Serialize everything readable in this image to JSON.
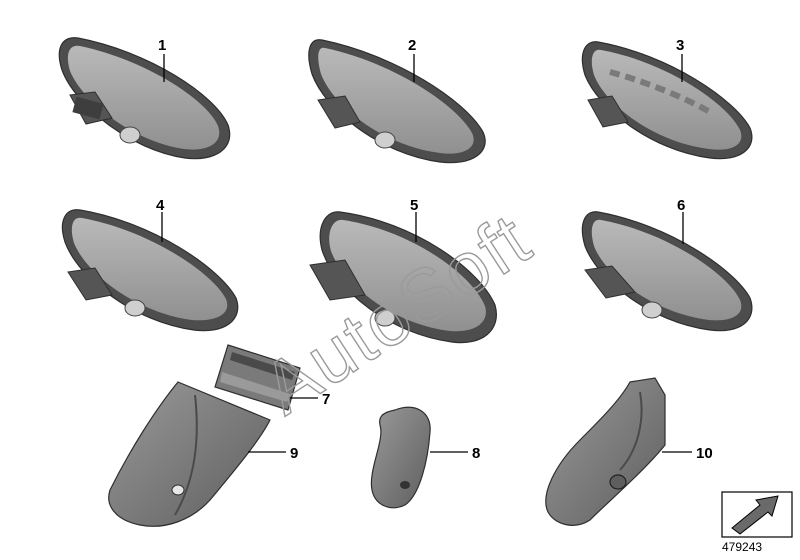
{
  "diagram": {
    "parts": [
      {
        "id": "1",
        "label": "1",
        "name": "rear-view-mirror-1"
      },
      {
        "id": "2",
        "label": "2",
        "name": "rear-view-mirror-2"
      },
      {
        "id": "3",
        "label": "3",
        "name": "rear-view-mirror-3"
      },
      {
        "id": "4",
        "label": "4",
        "name": "rear-view-mirror-4"
      },
      {
        "id": "5",
        "label": "5",
        "name": "rear-view-mirror-5"
      },
      {
        "id": "6",
        "label": "6",
        "name": "rear-view-mirror-6"
      },
      {
        "id": "7",
        "label": "7",
        "name": "mounting-bracket"
      },
      {
        "id": "8",
        "label": "8",
        "name": "mirror-base-cover"
      },
      {
        "id": "9",
        "label": "9",
        "name": "mirror-cover-long"
      },
      {
        "id": "10",
        "label": "10",
        "name": "mirror-cover-sensor"
      }
    ],
    "watermark": "AutoSoft",
    "part_number": "479243",
    "colors": {
      "part_fill": "#8a8a8a",
      "part_dark": "#5a5a5a",
      "outline": "#3a3a3a",
      "glass": "#a9a9a9"
    }
  }
}
